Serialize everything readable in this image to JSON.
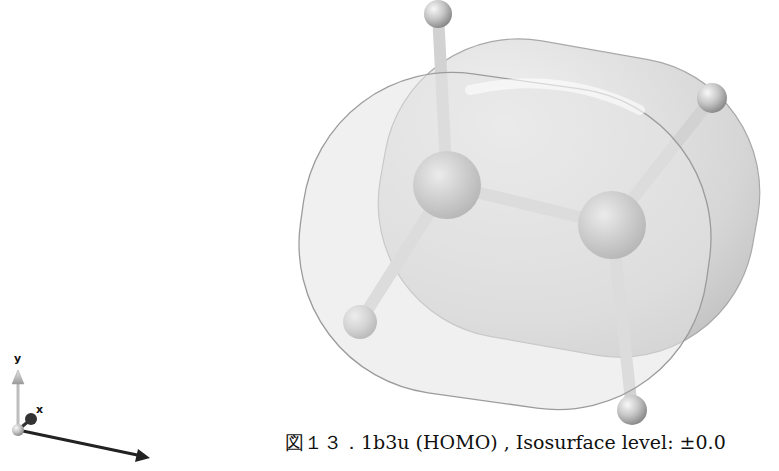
{
  "diagram": {
    "caption": "図１３．1b3u (HOMO) , Isosurface level: ±0.0",
    "labels": [
      "y",
      "x"
    ]
  }
}
